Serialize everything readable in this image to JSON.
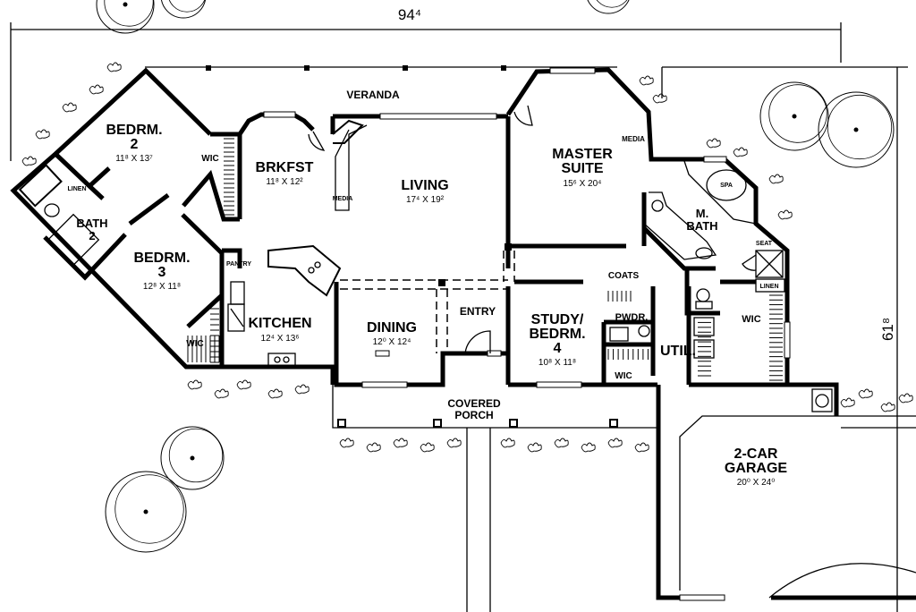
{
  "overall": {
    "width": "94⁴",
    "depth": "61⁸"
  },
  "rooms": {
    "veranda": {
      "name": "VERANDA"
    },
    "bedrm2": {
      "name1": "BEDRM.",
      "name2": "2",
      "dims": "11⁸ X 13⁷"
    },
    "brkfst": {
      "name": "BRKFST",
      "dims": "11⁸ X 12²"
    },
    "living": {
      "name": "LIVING",
      "dims": "17⁴ X 19²"
    },
    "master": {
      "name1": "MASTER",
      "name2": "SUITE",
      "dims": "15⁶ X 20⁴"
    },
    "bath2": {
      "name1": "BATH",
      "name2": "2"
    },
    "bedrm3": {
      "name1": "BEDRM.",
      "name2": "3",
      "dims": "12⁸ X 11⁸"
    },
    "kitchen": {
      "name": "KITCHEN",
      "dims": "12⁴ X 13⁶"
    },
    "dining": {
      "name": "DINING",
      "dims": "12⁰ X 12⁴"
    },
    "entry": {
      "name": "ENTRY"
    },
    "study": {
      "name1": "STUDY/",
      "name2": "BEDRM.",
      "name3": "4",
      "dims": "10⁸ X 11⁸"
    },
    "mbath": {
      "name1": "M.",
      "name2": "BATH"
    },
    "pwdr": {
      "name": "PWDR."
    },
    "util": {
      "name": "UTIL."
    },
    "porch": {
      "name1": "COVERED",
      "name2": "PORCH"
    },
    "garage": {
      "name1": "2-CAR",
      "name2": "GARAGE",
      "dims": "20⁰ X 24⁰"
    }
  },
  "small_labels": {
    "wic_bedrm2": "WIC",
    "wic_bedrm3": "WIC",
    "wic_study": "WIC",
    "wic_master": "WIC",
    "linen_bath2": "LINEN",
    "linen_master": "LINEN",
    "pantry": "PANTRY",
    "media_living": "MEDIA",
    "media_master": "MEDIA",
    "coats": "COATS",
    "spa": "SPA",
    "seat": "SEAT"
  }
}
